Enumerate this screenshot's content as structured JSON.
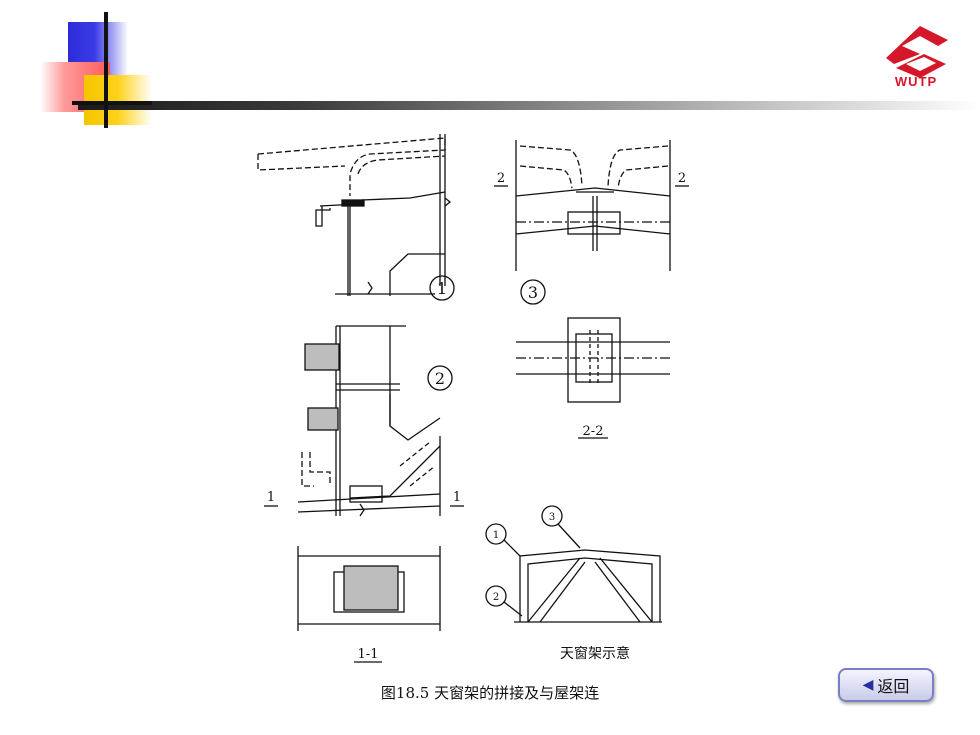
{
  "logo": {
    "text": "WUTP",
    "color": "#d4172a"
  },
  "figure": {
    "caption": "图18.5 天窗架的拼接及与屋架连",
    "labels": {
      "detail1": "1",
      "detail2": "2",
      "detail3": "3",
      "sec22_left": "2",
      "sec22_right": "2",
      "sec11_left": "1",
      "sec11_right": "1",
      "section_2_2": "2-2",
      "section_1_1": "1-1",
      "schematic_title": "天窗架示意",
      "sch_marker1": "1",
      "sch_marker2": "2",
      "sch_marker3": "3"
    }
  },
  "back_button": {
    "label": "返回",
    "icon": "left-triangle-icon"
  }
}
